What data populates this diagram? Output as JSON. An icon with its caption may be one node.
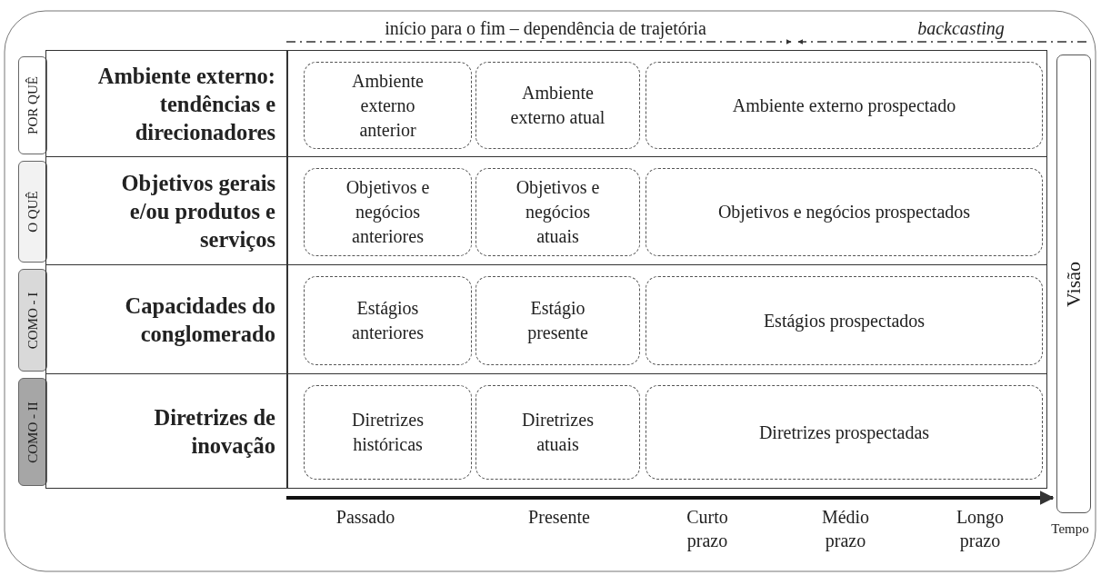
{
  "diagram": {
    "nodes": [
      {
        "text": [
          "POR QUÊ"
        ]
      },
      {
        "text": [
          "Ambiente externo: tendências e direcionadores"
        ]
      },
      {
        "text": [
          "Ambiente externo anterior"
        ],
        "in": 1
      },
      {
        "text": [
          "Ambiente externo atual"
        ],
        "in": 1
      },
      {
        "text": [
          "Ambiente externo prospectado"
        ],
        "in": 1
      },
      {
        "text": [
          "O QUÊ"
        ]
      },
      {
        "text": [
          "Objetivos gerais e/ou produtos e serviços"
        ]
      },
      {
        "text": [
          "Objetivos e negócios anteriores"
        ],
        "in": 6
      },
      {
        "text": [
          "Objetivos e negócios atuais"
        ],
        "in": 6
      },
      {
        "text": [
          "Objetivos e negócios prospectados"
        ],
        "in": 6
      },
      {
        "text": [
          "COMO - I"
        ]
      },
      {
        "text": [
          "Capacidades do conglomerado"
        ]
      },
      {
        "text": [
          "Estágios anteriores"
        ],
        "in": 11
      },
      {
        "text": [
          "Estágio presente"
        ],
        "in": 11
      },
      {
        "text": [
          "Estágios prospectados"
        ],
        "in": 11
      },
      {
        "text": [
          "COMO - II"
        ]
      },
      {
        "text": [
          "Diretrizes de inovação"
        ]
      },
      {
        "text": [
          "Diretrizes históricas"
        ],
        "in": 16
      },
      {
        "text": [
          "Diretrizes atuais"
        ],
        "in": 16
      },
      {
        "text": [
          "Diretrizes prospectadas"
        ],
        "in": 16
      },
      {
        "text": [
          "Visão"
        ]
      }
    ],
    "edges": [],
    "labels": [
      "início para o fim – dependência de trajetória",
      "backcasting",
      "Passado",
      "Presente",
      "Curto prazo",
      "Médio prazo",
      "Longo prazo",
      "Tempo"
    ]
  }
}
